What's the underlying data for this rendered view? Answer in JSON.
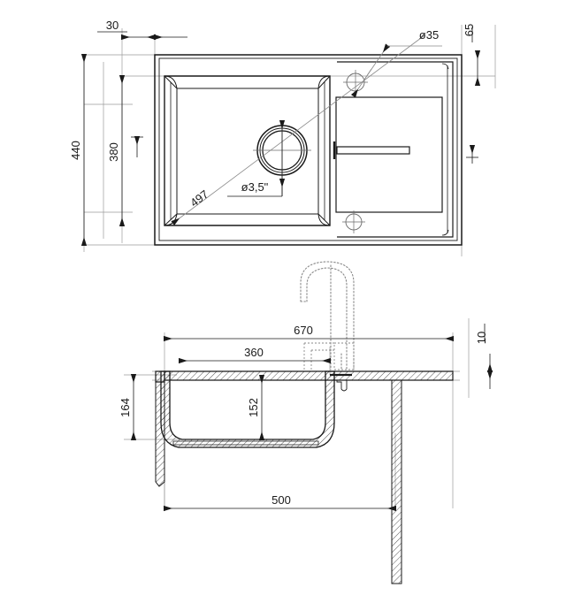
{
  "drawing": {
    "title": "Kitchen sink technical drawing",
    "units": "mm",
    "line_color": "#1a1a1a",
    "thin_line_color": "#8a8a8a",
    "hatch_color": "#2a2a2a",
    "background": "#ffffff",
    "views": [
      {
        "name": "top-view",
        "label": ""
      },
      {
        "name": "section-view",
        "label": ""
      }
    ]
  },
  "top_view": {
    "dimensions": {
      "left_offset": "30",
      "overall_height": "440",
      "basin_height": "380",
      "right_offset": "65",
      "diagonal": "497",
      "drain_diameter": "ø3,5\"",
      "tap_hole_diameter": "ø35"
    },
    "features": {
      "basin": "sink-basin",
      "drain": "drain-hole",
      "tap_hole": "tap-hole",
      "overflow": "overflow-hole",
      "drainboard": "drain-board",
      "groove": "drainboard-groove"
    }
  },
  "section_view": {
    "dimensions": {
      "overall_width": "670",
      "basin_width": "360",
      "rim_thickness": "10",
      "overall_depth": "164",
      "basin_depth": "152",
      "cabinet_width": "500"
    },
    "features": {
      "faucet": "faucet-phantom-outline",
      "rim": "sink-rim",
      "bowl": "sink-bowl-section",
      "support": "cabinet-support"
    }
  },
  "dimension_labels": [
    {
      "id": "d-30",
      "value": "30",
      "view": "top",
      "orientation": "horizontal"
    },
    {
      "id": "d-440",
      "value": "440",
      "view": "top",
      "orientation": "vertical"
    },
    {
      "id": "d-380",
      "value": "380",
      "view": "top",
      "orientation": "vertical"
    },
    {
      "id": "d-65",
      "value": "65",
      "view": "top",
      "orientation": "vertical"
    },
    {
      "id": "d-497",
      "value": "497",
      "view": "top",
      "orientation": "diagonal"
    },
    {
      "id": "d-35",
      "value": "ø35",
      "view": "top",
      "orientation": "leader"
    },
    {
      "id": "d-3.5",
      "value": "ø3,5\"",
      "view": "top",
      "orientation": "horizontal"
    },
    {
      "id": "d-670",
      "value": "670",
      "view": "section",
      "orientation": "horizontal"
    },
    {
      "id": "d-360",
      "value": "360",
      "view": "section",
      "orientation": "horizontal"
    },
    {
      "id": "d-10",
      "value": "10",
      "view": "section",
      "orientation": "vertical"
    },
    {
      "id": "d-164",
      "value": "164",
      "view": "section",
      "orientation": "vertical"
    },
    {
      "id": "d-152",
      "value": "152",
      "view": "section",
      "orientation": "vertical"
    },
    {
      "id": "d-500",
      "value": "500",
      "view": "section",
      "orientation": "horizontal"
    }
  ]
}
